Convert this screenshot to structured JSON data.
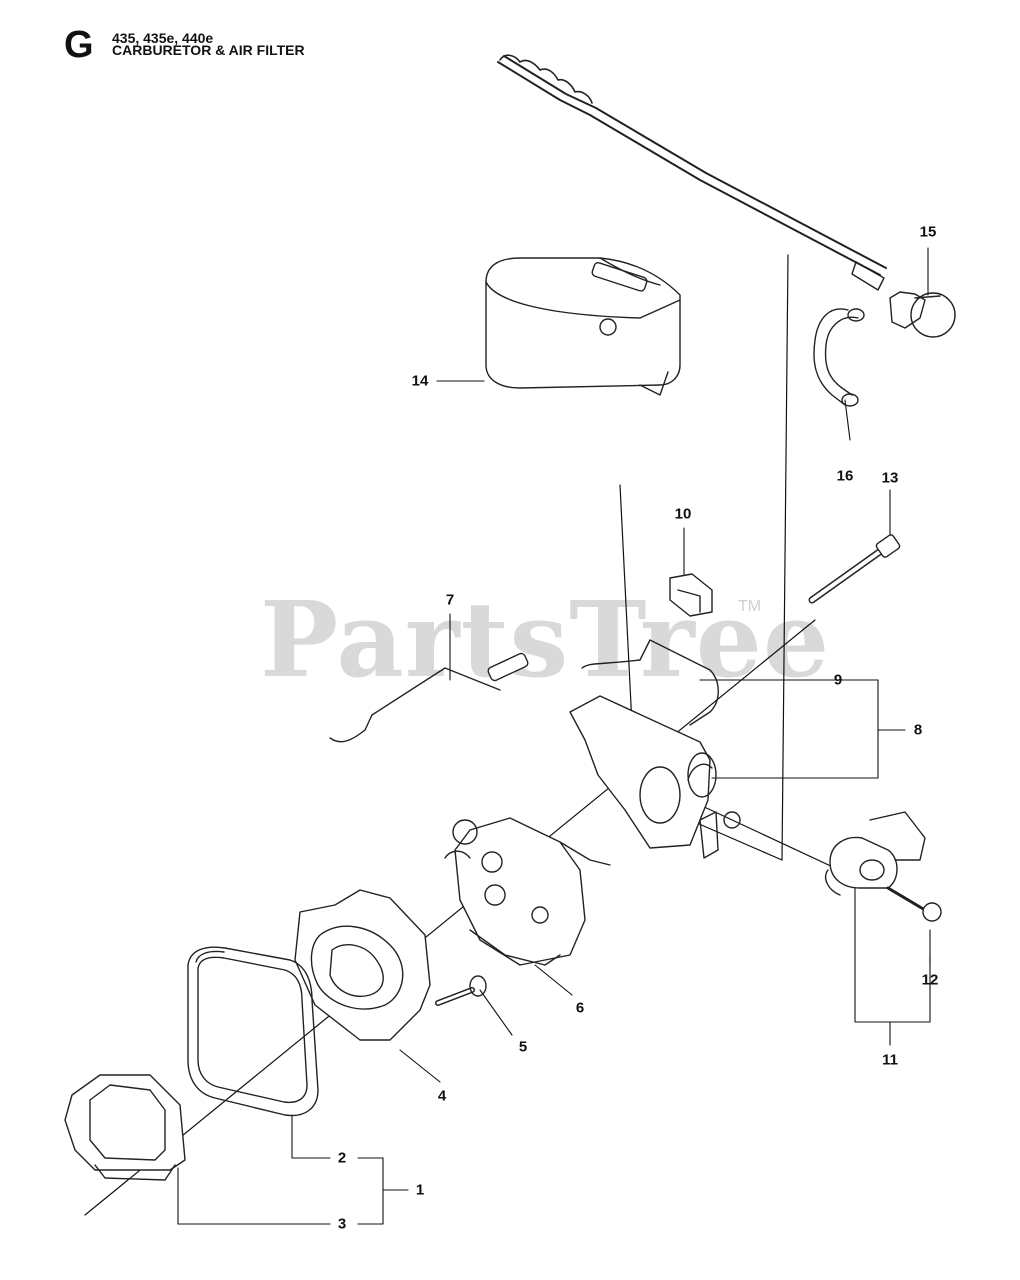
{
  "header": {
    "section_letter": "G",
    "models": "435, 435e, 440e",
    "title": "CARBURETOR & AIR FILTER"
  },
  "watermark": {
    "text": "PartsTree",
    "trademark": "TM"
  },
  "callouts": [
    {
      "id": "1",
      "label": "1"
    },
    {
      "id": "2",
      "label": "2"
    },
    {
      "id": "3",
      "label": "3"
    },
    {
      "id": "4",
      "label": "4"
    },
    {
      "id": "5",
      "label": "5"
    },
    {
      "id": "6",
      "label": "6"
    },
    {
      "id": "7",
      "label": "7"
    },
    {
      "id": "8",
      "label": "8"
    },
    {
      "id": "9",
      "label": "9"
    },
    {
      "id": "10",
      "label": "10"
    },
    {
      "id": "11",
      "label": "11"
    },
    {
      "id": "12",
      "label": "12"
    },
    {
      "id": "13",
      "label": "13"
    },
    {
      "id": "14",
      "label": "14"
    },
    {
      "id": "15",
      "label": "15"
    },
    {
      "id": "16",
      "label": "16"
    }
  ]
}
